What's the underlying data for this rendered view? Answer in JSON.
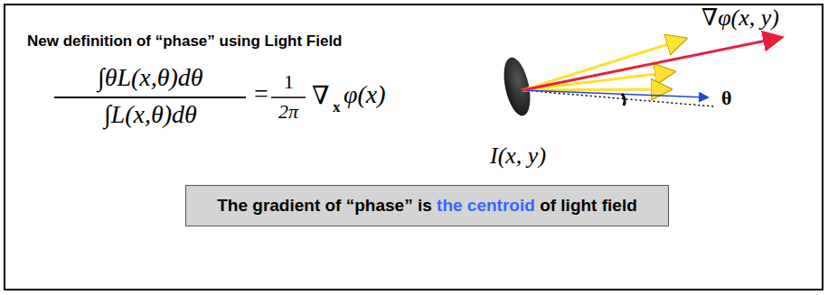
{
  "diagram": {
    "title": "New definition of “phase” using Light Field",
    "nodes": [
      {
        "text": [
          "The gradient of “phase” is",
          "the centroid",
          "of light field"
        ]
      }
    ],
    "labels": [
      "∇φ(x, y)",
      "θ",
      "∫θL(x,θ)dθ",
      "∫L(x,θ)dθ",
      "=",
      "1",
      "2π",
      "∇",
      "x",
      "φ(x)",
      "I(x, y)"
    ]
  }
}
